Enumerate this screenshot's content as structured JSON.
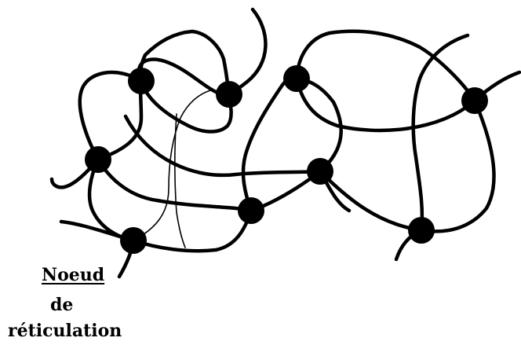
{
  "label": {
    "line1": "Noeud",
    "line2": "de",
    "line3": "réticulation"
  },
  "colors": {
    "ink": "#000000",
    "background": "#ffffff"
  }
}
